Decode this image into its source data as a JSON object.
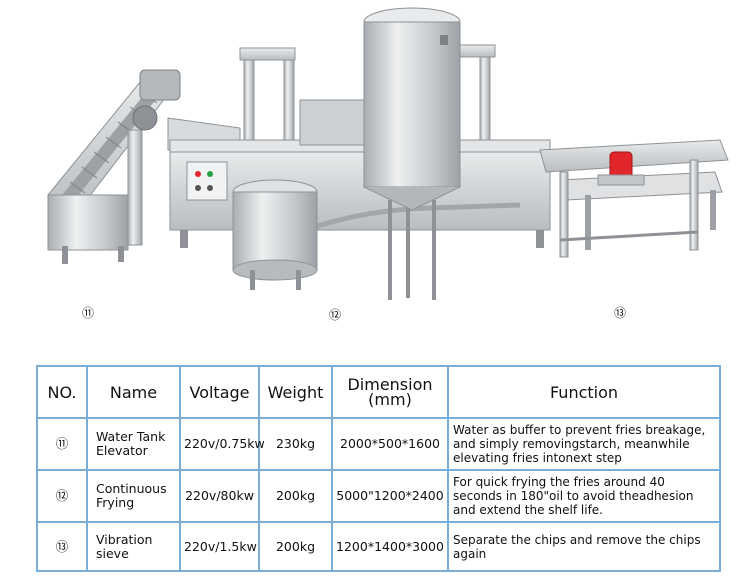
{
  "machines": [
    {
      "marker": "⑪",
      "name": "Water Tank Elevator",
      "voltage": "220v/0.75kw",
      "weight": "230kg",
      "dimension": "2000*500*1600",
      "function": "Water as buffer to prevent fries breakage, and simply removingstarch, meanwhile elevating fries intonext step"
    },
    {
      "marker": "⑫",
      "name": "Continuous Frying",
      "voltage": "220v/80kw",
      "weight": "200kg",
      "dimension": "5000\"1200*2400",
      "function": "For quick frying the fries around 40 seconds in 180\"oil to avoid theadhesion and extend the shelf life."
    },
    {
      "marker": "⑬",
      "name": "Vibration sieve",
      "voltage": "220v/1.5kw",
      "weight": "200kg",
      "dimension": "1200*1400*3000",
      "function": "Separate the chips and remove the chips again"
    }
  ],
  "table": {
    "headers": {
      "no": "NO.",
      "name": "Name",
      "voltage": "Voltage",
      "weight": "Weight",
      "dimension_line1": "Dimension",
      "dimension_line2": "(mm)",
      "function": "Function"
    }
  },
  "colors": {
    "table_border": "#7aaed6",
    "steel_light": "#e6e8ea",
    "steel_mid": "#c3c6c9",
    "steel_dark": "#8e9296",
    "motor_red": "#e0262a"
  }
}
